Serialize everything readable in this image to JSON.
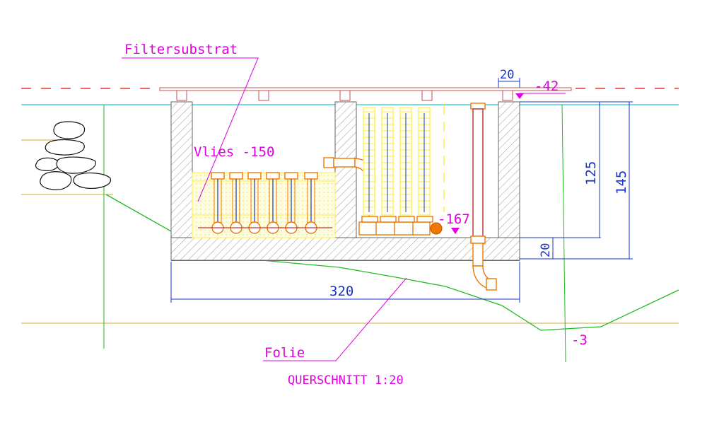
{
  "labels": {
    "filter_substrate": "Filtersubstrat",
    "fleece": "Vlies -150",
    "foil": "Folie",
    "title": "QUERSCHNITT 1:20"
  },
  "levels": {
    "top": "-42",
    "invert": "-167",
    "ground": "-3"
  },
  "dimensions": {
    "width_total": "320",
    "height_inner": "125",
    "height_total": "145",
    "cap_width": "20",
    "base_thickness": "20"
  },
  "colors": {
    "annotation": "#e000e0",
    "dimension": "#1a33cc",
    "ground_line": "#22bb22",
    "surface_line": "#22cccc",
    "reference_dashed": "#ee3333",
    "pipe_orange": "#f07800",
    "wall_hatch": "#909090",
    "filter_yellow": "#ffee44",
    "soil_line": "#ccaa33"
  }
}
